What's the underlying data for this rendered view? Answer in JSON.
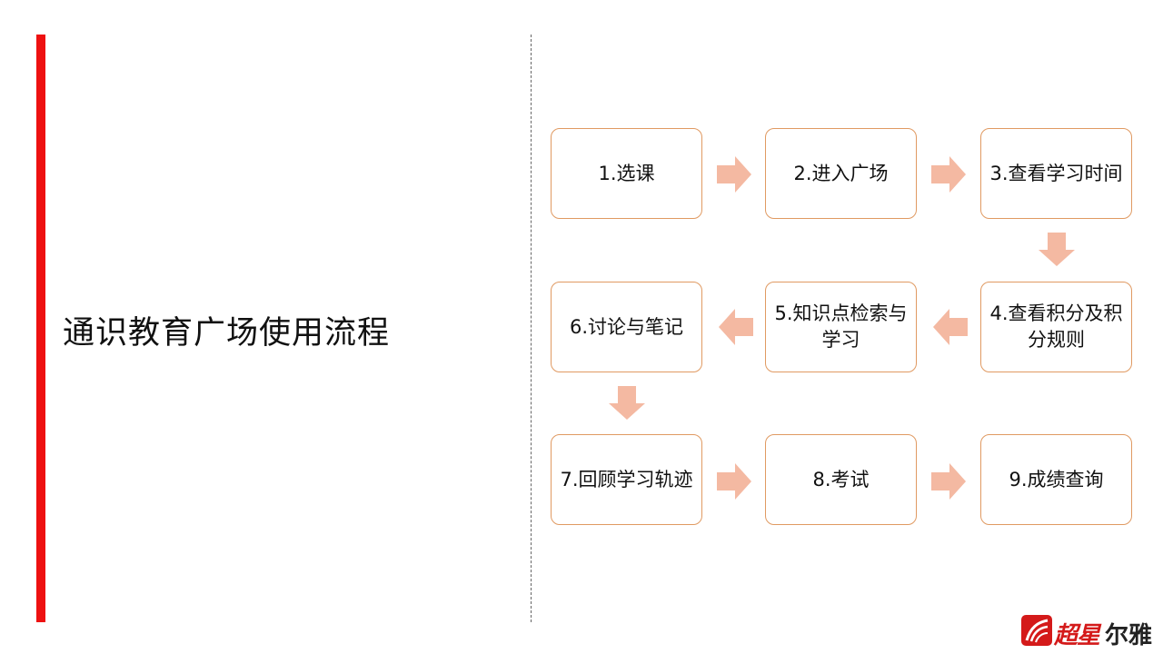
{
  "title": "通识教育广场使用流程",
  "steps": [
    {
      "label": "1.选课"
    },
    {
      "label": "2.进入广场"
    },
    {
      "label": "3.查看学习时间"
    },
    {
      "label": "4.查看积分及积分规则"
    },
    {
      "label": "5.知识点检索与学习"
    },
    {
      "label": "6.讨论与笔记"
    },
    {
      "label": "7.回顾学习轨迹"
    },
    {
      "label": "8.考试"
    },
    {
      "label": "9.成绩查询"
    }
  ],
  "logo": {
    "brand": "超星",
    "suffix": "尔雅"
  },
  "colors": {
    "accent_bar": "#ee1111",
    "box_border": "#e09a62",
    "arrow": "#f4b9a2",
    "logo_red": "#d41a1a"
  }
}
